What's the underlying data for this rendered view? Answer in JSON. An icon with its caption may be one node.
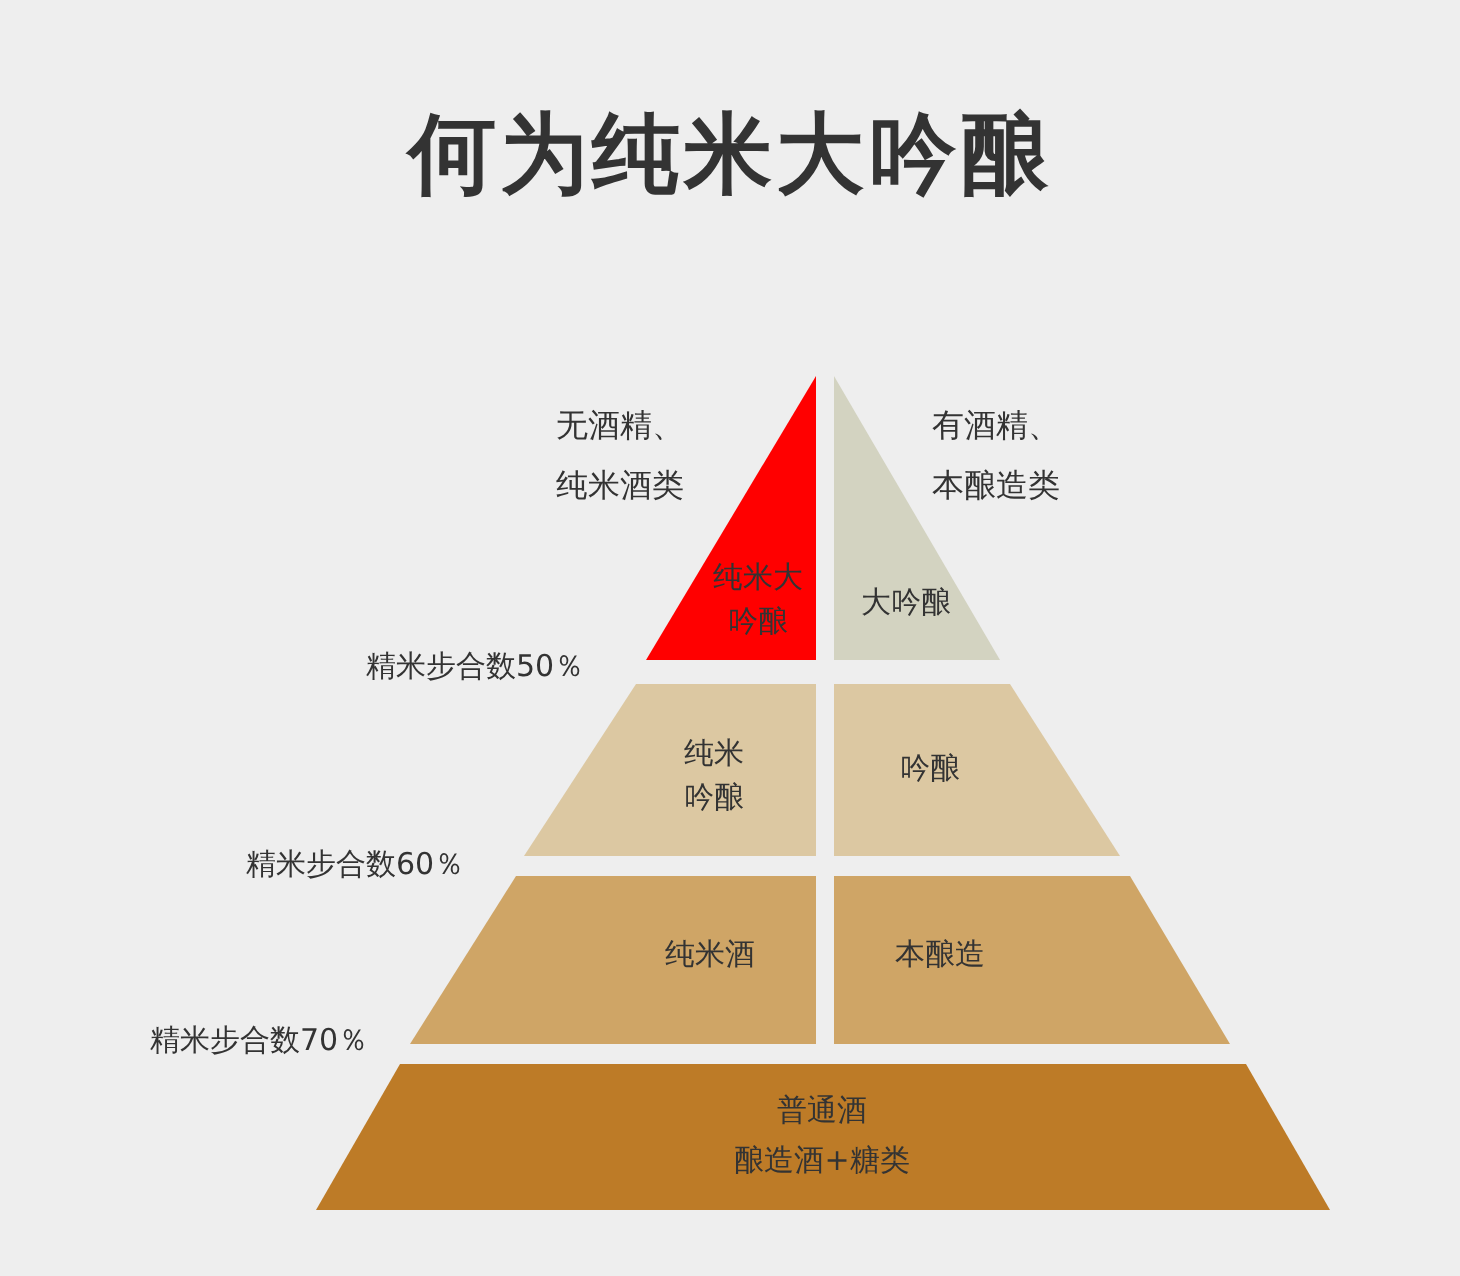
{
  "diagram": {
    "title": "何为纯米大吟酿",
    "nodes": [
      {
        "text": [
          "纯米大吟酿"
        ],
        "beside": [
          "无酒精、纯米酒类"
        ]
      },
      {
        "text": [
          "大吟酿"
        ],
        "beside": [
          "有酒精、本酿造类"
        ]
      },
      {
        "text": [
          "纯米吟酿"
        ]
      },
      {
        "text": [
          "吟酿"
        ]
      },
      {
        "text": [
          "纯米酒"
        ]
      },
      {
        "text": [
          "本酿造"
        ]
      },
      {
        "text": [
          "普通酒",
          "酿造酒+糖类"
        ]
      }
    ],
    "labels": [
      "精米步合数50％",
      "精米步合数60％",
      "精米步合数70％"
    ]
  }
}
